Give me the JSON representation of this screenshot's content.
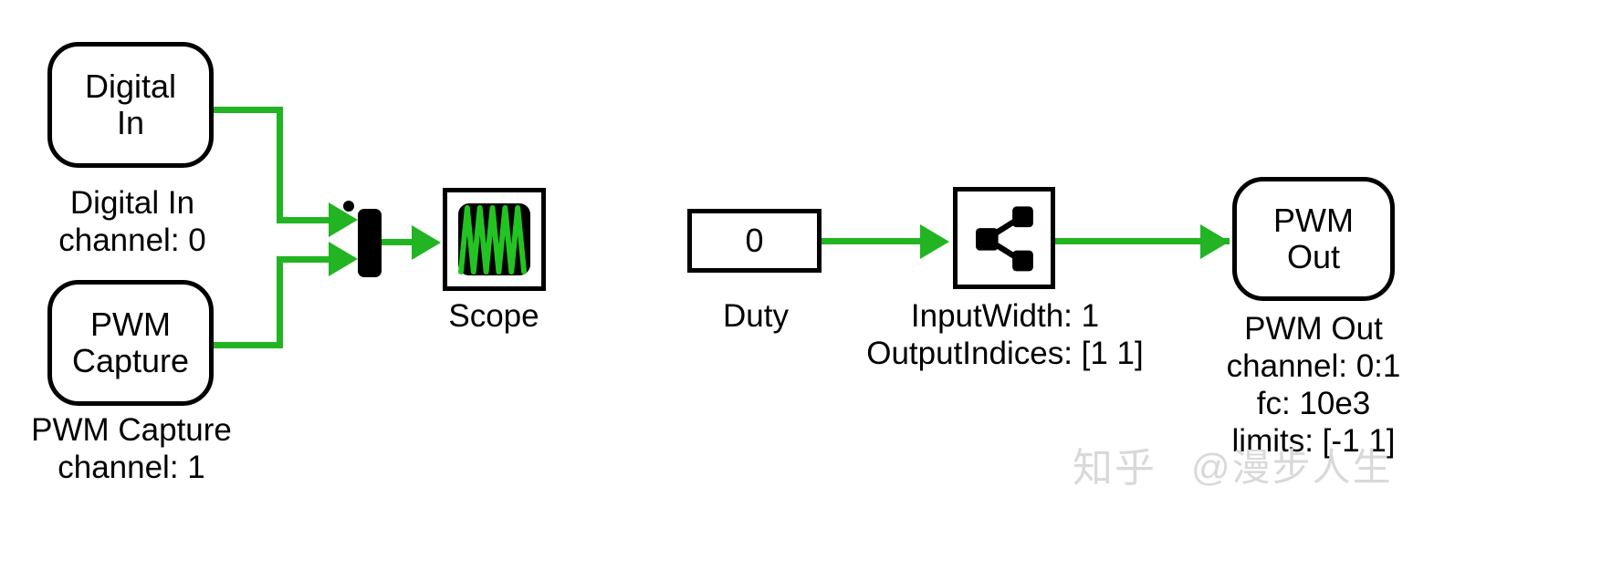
{
  "diagram": {
    "title": "PWM Capture and PWM Out Simulink model",
    "background_color": "#ffffff",
    "wire_color": "#22b422",
    "block_border_color": "#000000",
    "text_color": "#000000"
  },
  "blocks": {
    "digital_in": {
      "label_line1": "Digital",
      "label_line2": "In",
      "anno_line1": "Digital In",
      "anno_line2": "channel: 0"
    },
    "pwm_capture": {
      "label_line1": "PWM",
      "label_line2": "Capture",
      "anno_line1": "PWM Capture",
      "anno_line2": "channel: 1"
    },
    "mux": {
      "icon_name": "mux-bar",
      "anno": ""
    },
    "scope": {
      "icon_name": "scope-waveform",
      "anno": "Scope"
    },
    "duty": {
      "value": "0",
      "anno": "Duty"
    },
    "selector": {
      "icon_name": "selector-fanout",
      "anno_line1": "InputWidth: 1",
      "anno_line2": "OutputIndices: [1 1]"
    },
    "pwm_out": {
      "label_line1": "PWM",
      "label_line2": "Out",
      "anno_line1": "PWM Out",
      "anno_line2": "channel: 0:1",
      "anno_line3": "fc: 10e3",
      "anno_line4": "limits: [-1 1]"
    }
  },
  "watermark": {
    "logo": "知乎",
    "handle": "@漫步人生",
    "color": "#d9d9d9"
  }
}
